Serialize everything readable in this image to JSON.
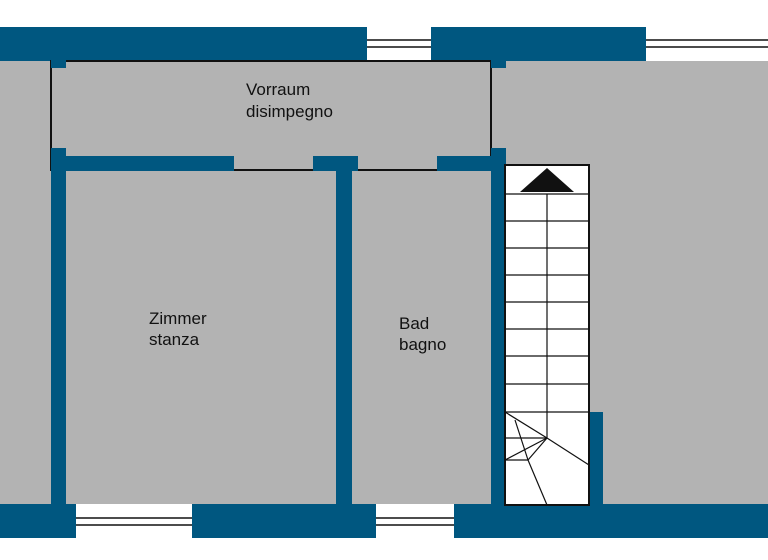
{
  "rooms": {
    "vorraum": {
      "line1": "Vorraum",
      "line2": "disimpegno"
    },
    "zimmer": {
      "line1": "Zimmer",
      "line2": "stanza"
    },
    "bad": {
      "line1": "Bad",
      "line2": "bagno"
    }
  },
  "colors": {
    "wall": "#005780",
    "floor": "#b3b3b3",
    "line": "#111111",
    "window": "#ffffff",
    "stair": "#ffffff"
  },
  "icons": {
    "stair_arrow": "triangle-up-icon"
  }
}
